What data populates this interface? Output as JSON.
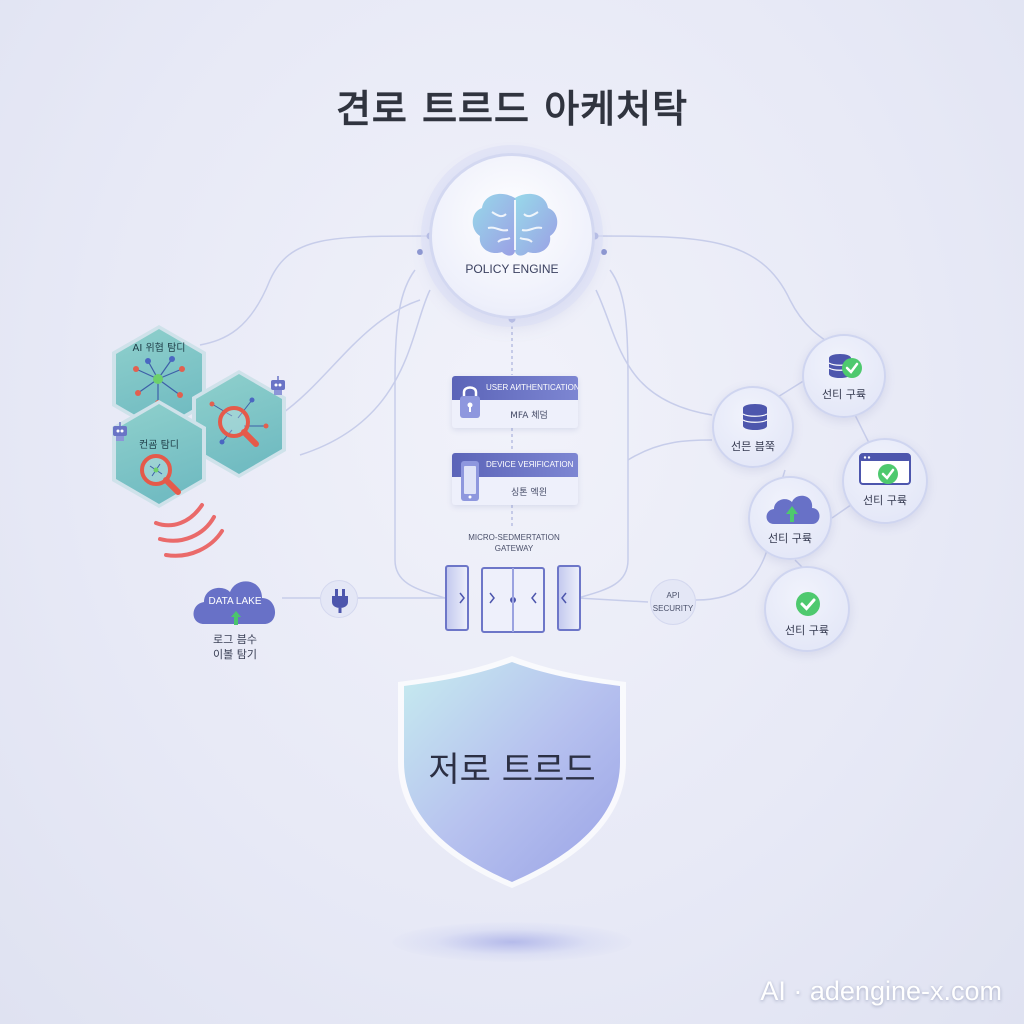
{
  "title": "견로 트르드 아케처탁",
  "policy_engine": {
    "label": "POLICY ENGINE",
    "icon": "brain-icon"
  },
  "cards": [
    {
      "header": "USER AИTHENTICATION",
      "sub": "MFA 체덤",
      "icon": "lock-icon"
    },
    {
      "header": "DEVICE VEЯIFICATION",
      "sub": "싱톤 엑윈",
      "icon": "phone-icon"
    }
  ],
  "gateway": {
    "line1": "MICRO-SEDMERTATION",
    "line2": "GATEWAY"
  },
  "api": {
    "line1": "API",
    "line2": "SECURITY"
  },
  "left_hexes": [
    {
      "label": "AI 위협 탐디",
      "icon": "network-icon"
    },
    {
      "label": "",
      "icon": "magnifier-icon"
    },
    {
      "label": "컨굠 탐디",
      "icon": "magnifier-icon"
    }
  ],
  "data_lake": {
    "label": "DATA LAKE",
    "sub1": "로그 븜수",
    "sub2": "이볼 탐기"
  },
  "right_nodes": [
    {
      "label": "선티 구륙",
      "icon": "database-check-icon"
    },
    {
      "label": "선믄 븜쭉",
      "icon": "database-icon"
    },
    {
      "label": "선티 구륙",
      "icon": "browser-check-icon"
    },
    {
      "label": "선티 구륙",
      "icon": "cloud-upload-icon"
    },
    {
      "label": "선티 구륙",
      "icon": "check-icon"
    }
  ],
  "shield": {
    "label": "저로 트르드"
  },
  "watermark": "AI · adengine-x.com",
  "colors": {
    "accent": "#5b64b8",
    "teal": "#6cb8c0",
    "check": "#3cc47a",
    "alert": "#e66464"
  }
}
